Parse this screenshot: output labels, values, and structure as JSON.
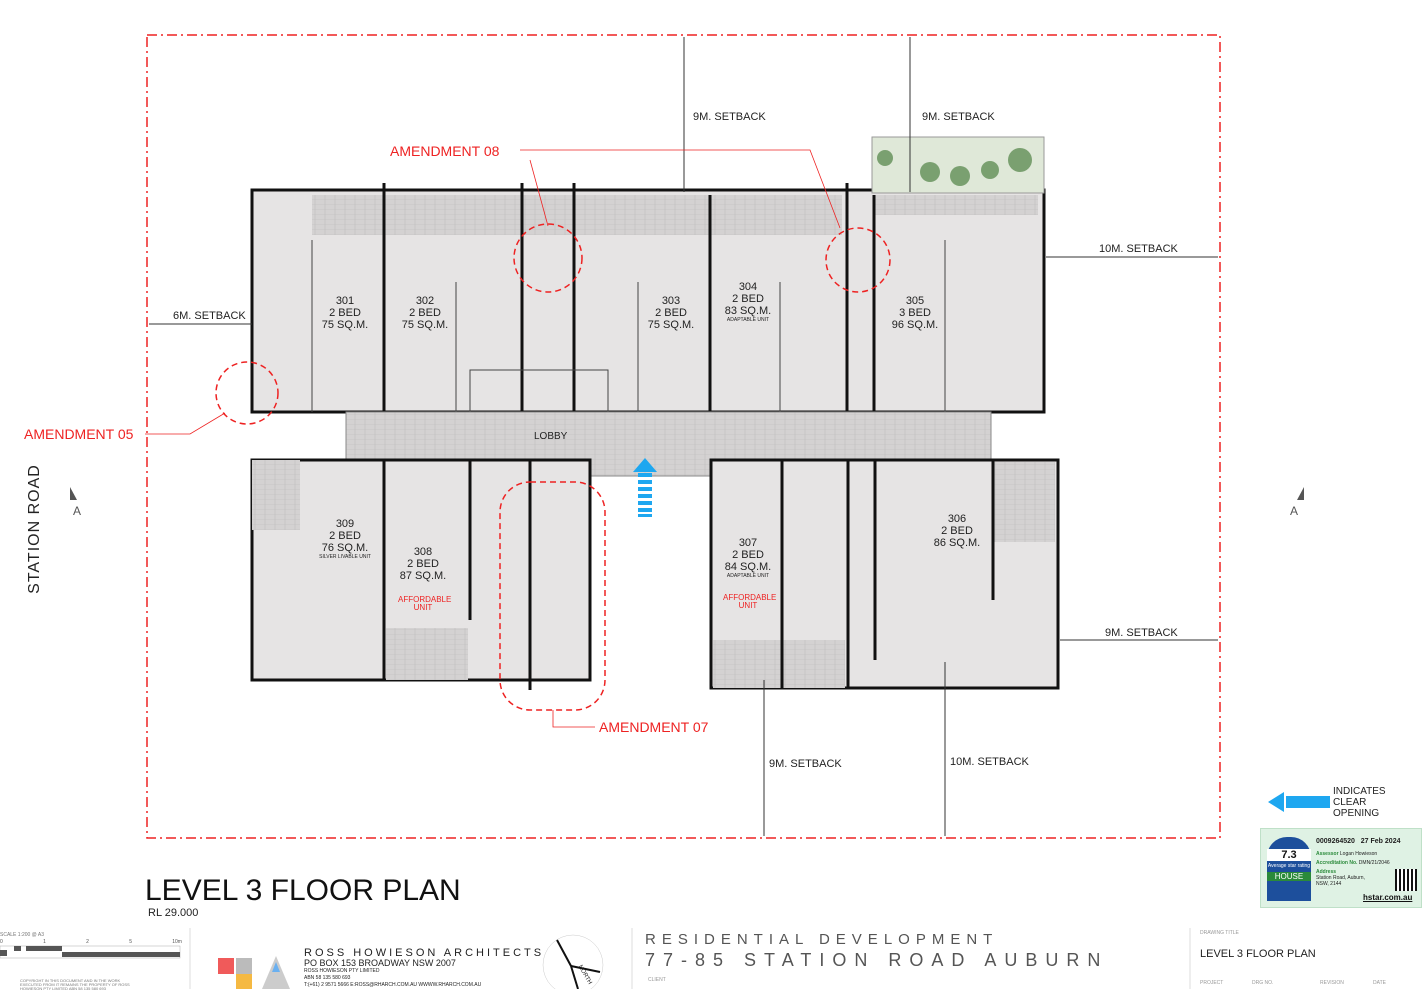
{
  "drawing": {
    "title": "LEVEL 3 FLOOR PLAN",
    "rl": "RL 29.000",
    "road": "STATION ROAD",
    "lobby": "LOBBY",
    "section_marker": "A"
  },
  "units": [
    {
      "number": "301",
      "beds": "2 BED",
      "area": "75 SQ.M.",
      "note": "",
      "affordable": ""
    },
    {
      "number": "302",
      "beds": "2 BED",
      "area": "75 SQ.M.",
      "note": "",
      "affordable": ""
    },
    {
      "number": "303",
      "beds": "2 BED",
      "area": "75 SQ.M.",
      "note": "",
      "affordable": ""
    },
    {
      "number": "304",
      "beds": "2 BED",
      "area": "83 SQ.M.",
      "note": "ADAPTABLE UNIT",
      "affordable": ""
    },
    {
      "number": "305",
      "beds": "3 BED",
      "area": "96 SQ.M.",
      "note": "",
      "affordable": ""
    },
    {
      "number": "309",
      "beds": "2 BED",
      "area": "76 SQ.M.",
      "note": "SILVER LIVABLE UNIT",
      "affordable": ""
    },
    {
      "number": "308",
      "beds": "2 BED",
      "area": "87 SQ.M.",
      "note": "",
      "affordable": "AFFORDABLE UNIT"
    },
    {
      "number": "307",
      "beds": "2 BED",
      "area": "84 SQ.M.",
      "note": "ADAPTABLE UNIT",
      "affordable": "AFFORDABLE UNIT"
    },
    {
      "number": "306",
      "beds": "2 BED",
      "area": "86 SQ.M.",
      "note": "",
      "affordable": ""
    }
  ],
  "setbacks": {
    "top_left": "9M. SETBACK",
    "top_right": "9M. SETBACK",
    "right_upper": "10M. SETBACK",
    "left": "6M. SETBACK",
    "right_lower": "9M. SETBACK",
    "bottom_left": "9M. SETBACK",
    "bottom_right": "10M. SETBACK"
  },
  "amendments": {
    "a08": "AMENDMENT 08",
    "a05": "AMENDMENT 05",
    "a07": "AMENDMENT 07"
  },
  "legend": {
    "clear_opening": "INDICATES CLEAR OPENING"
  },
  "nathers": {
    "id": "0009264520",
    "date": "27 Feb 2024",
    "rating": "7.3",
    "rating_label": "Average star rating",
    "brand": "HOUSE",
    "assessor_label": "Assessor",
    "assessor": "Logan Howieson",
    "accreditation_label": "Accreditation No.",
    "accreditation": "DMN/21/2046",
    "address_label": "Address",
    "address": "Station Road, Auburn, NSW, 2144",
    "site": "hstar.com.au"
  },
  "scale": {
    "label": "SCALE 1:200 @ A3",
    "ticks": [
      "0",
      "1",
      "2",
      "5",
      "10m"
    ],
    "copyright": "COPYRIGHT IN THIS DOCUMENT AND IN THE WORK EXECUTED FROM IT REMAINS THE PROPERTY OF ROSS HOWIESON PTY LIMITED ABN 58 135 580 693"
  },
  "firm": {
    "name": "ROSS HOWIESON ARCHITECTS",
    "address": "PO BOX 153 BROADWAY NSW 2007",
    "company": "ROSS HOWIESON PTY LIMITED",
    "abn": "ABN 58 135 580 693",
    "contact": "T:(+61) 2 9571 5666  E:ROSS@RHARCH.COM.AU  WWWW.RHARCH.COM.AU",
    "north": "NORTH"
  },
  "project": {
    "line1": "RESIDENTIAL DEVELOPMENT",
    "line2": "77-85 STATION ROAD AUBURN",
    "client_label": "CLIENT"
  },
  "titleblock": {
    "drawing_title_label": "DRAWING TITLE",
    "drawing_title": "LEVEL 3 FLOOR PLAN",
    "project_label": "PROJECT",
    "drg_label": "DRG NO.",
    "revision_label": "REVISION",
    "date_label": "DATE"
  },
  "colors": {
    "boundary": "#e22222",
    "wall": "#111111",
    "floor": "#e6e4e4",
    "arrow": "#1ea7f0"
  }
}
